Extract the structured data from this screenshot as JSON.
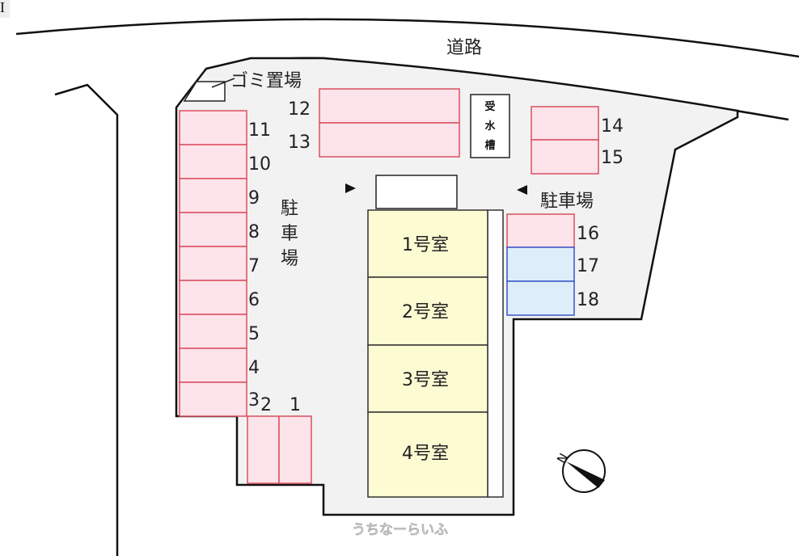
{
  "corner_mark": "I",
  "road_label": "道路",
  "garbage_label": "ゴミ置場",
  "water_tank_label": [
    "受",
    "水",
    "槽"
  ],
  "parking_label_vertical": [
    "駐",
    "車",
    "場"
  ],
  "parking_label_horizontal": "駐車場",
  "parking_spaces": [
    "1",
    "2",
    "3",
    "4",
    "5",
    "6",
    "7",
    "8",
    "9",
    "10",
    "11",
    "12",
    "13",
    "14",
    "15",
    "16",
    "17",
    "18"
  ],
  "rooms": [
    "1号室",
    "2号室",
    "3号室",
    "4号室"
  ],
  "compass_label": "N",
  "watermark": "うちなーらいふ",
  "colors": {
    "parking_pink": "#fde3ea",
    "parking_pink_border": "#d9505f",
    "parking_blue": "#ddeefa",
    "parking_blue_border": "#3a55c8",
    "room": "#fdfbd2",
    "lot": "#f2f2f2"
  }
}
